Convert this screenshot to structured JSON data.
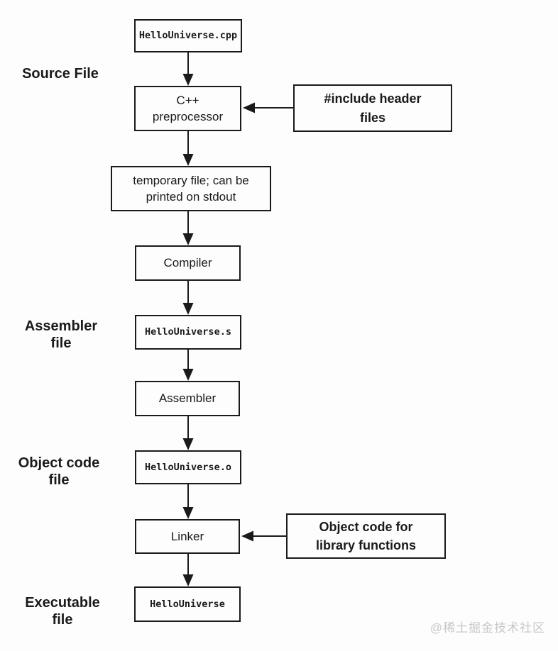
{
  "flow": {
    "cpp_file": {
      "lines": [
        "HelloUniverse.cpp"
      ]
    },
    "preprocessor": {
      "lines": [
        "C++",
        "preprocessor"
      ]
    },
    "include_headers": {
      "lines": [
        "#include header",
        "files"
      ]
    },
    "temp_file": {
      "lines": [
        "temporary file; can be",
        "printed on stdout"
      ]
    },
    "compiler": {
      "lines": [
        "Compiler"
      ]
    },
    "asm_file": {
      "lines": [
        "HelloUniverse.s"
      ]
    },
    "assembler": {
      "lines": [
        "Assembler"
      ]
    },
    "obj_file": {
      "lines": [
        "HelloUniverse.o"
      ]
    },
    "linker": {
      "lines": [
        "Linker"
      ]
    },
    "object_code_lib": {
      "lines": [
        "Object code for",
        "library functions"
      ]
    },
    "exe_file": {
      "lines": [
        "HelloUniverse"
      ]
    }
  },
  "side_labels": {
    "source_file": {
      "lines": [
        "Source File"
      ]
    },
    "assembler_file": {
      "lines": [
        "Assembler",
        "file"
      ]
    },
    "object_code_file": {
      "lines": [
        "Object code",
        "file"
      ]
    },
    "executable_file": {
      "lines": [
        "Executable",
        "file"
      ]
    }
  },
  "watermark": {
    "text": "@稀土掘金技术社区"
  },
  "colors": {
    "background": "#fdfdfd",
    "line_and_text": "#1a1a1a",
    "watermark": "#c7c7c7"
  }
}
